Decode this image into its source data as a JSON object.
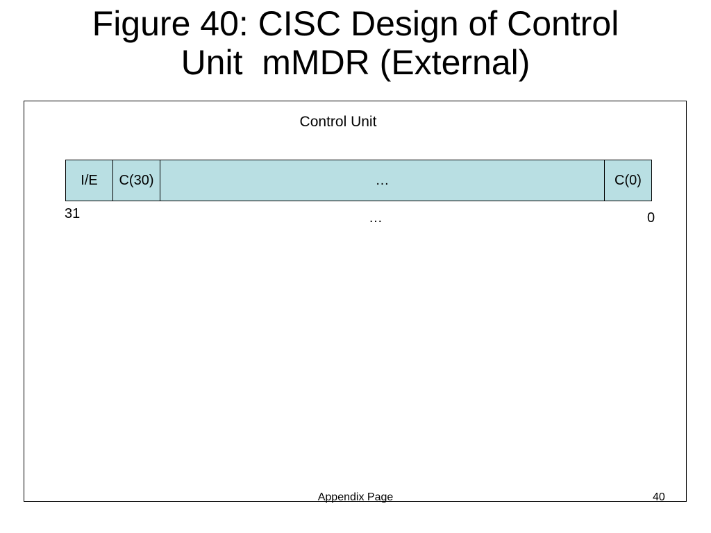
{
  "slide": {
    "title_line1": "Figure 40: CISC Design of Control",
    "title_line2": "Unit  mMDR (External)"
  },
  "diagram": {
    "unit_label": "Control Unit",
    "register_cells": [
      "I/E",
      "C(30)",
      "…",
      "C(0)"
    ],
    "bit_high": "31",
    "bit_low": "0",
    "bit_ellipsis": "…"
  },
  "footer": {
    "label": "Appendix Page",
    "page_number": "40"
  },
  "colors": {
    "register_fill": "#b9dfe3",
    "border": "#000000"
  }
}
